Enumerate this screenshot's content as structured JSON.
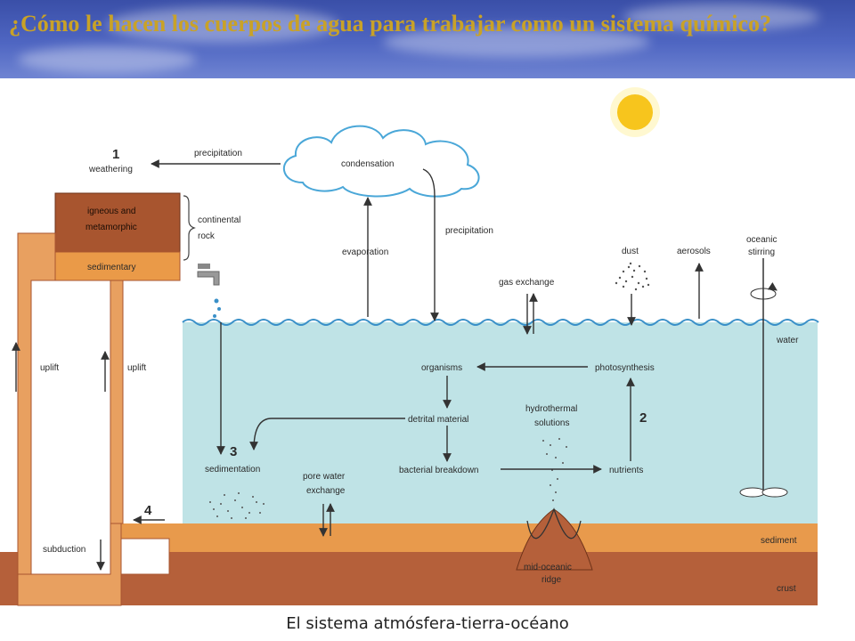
{
  "slide": {
    "title": "¿Cómo le hacen los cuerpos de agua para trabajar como un sistema químico?",
    "caption": "El sistema atmósfera-tierra-océano"
  },
  "labels": {
    "precipitation_top": "precipitation",
    "weathering": "weathering",
    "condensation": "condensation",
    "igneous_1": "igneous and",
    "igneous_2": "metamorphic",
    "continental_1": "continental",
    "continental_2": "rock",
    "sedimentary": "sedimentary",
    "evaporation": "evaporation",
    "precipitation_right": "precipitation",
    "gas_exchange": "gas exchange",
    "dust": "dust",
    "aerosols": "aerosols",
    "oceanic_1": "oceanic",
    "oceanic_2": "stirring",
    "water": "water",
    "uplift_left": "uplift",
    "uplift_right": "uplift",
    "organisms": "organisms",
    "photosynthesis": "photosynthesis",
    "hydrothermal_1": "hydrothermal",
    "hydrothermal_2": "solutions",
    "detrital": "detrital material",
    "sedimentation": "sedimentation",
    "pore_1": "pore water",
    "pore_2": "exchange",
    "bacterial": "bacterial breakdown",
    "nutrients": "nutrients",
    "subduction": "subduction",
    "sediment": "sediment",
    "crust": "crust",
    "ridge_1": "mid-oceanic",
    "ridge_2": "ridge"
  },
  "numbers": {
    "n1": "1",
    "n2": "2",
    "n3": "3",
    "n4": "4"
  },
  "colors": {
    "water": "#bfe3e6",
    "sediment": "#e89a4c",
    "crust": "#b5603a",
    "igneous": "#a8552f",
    "sedimentary": "#ea9a48",
    "pillar": "#e8a060",
    "sun": "#f7c51d",
    "title": "#c9a227"
  }
}
